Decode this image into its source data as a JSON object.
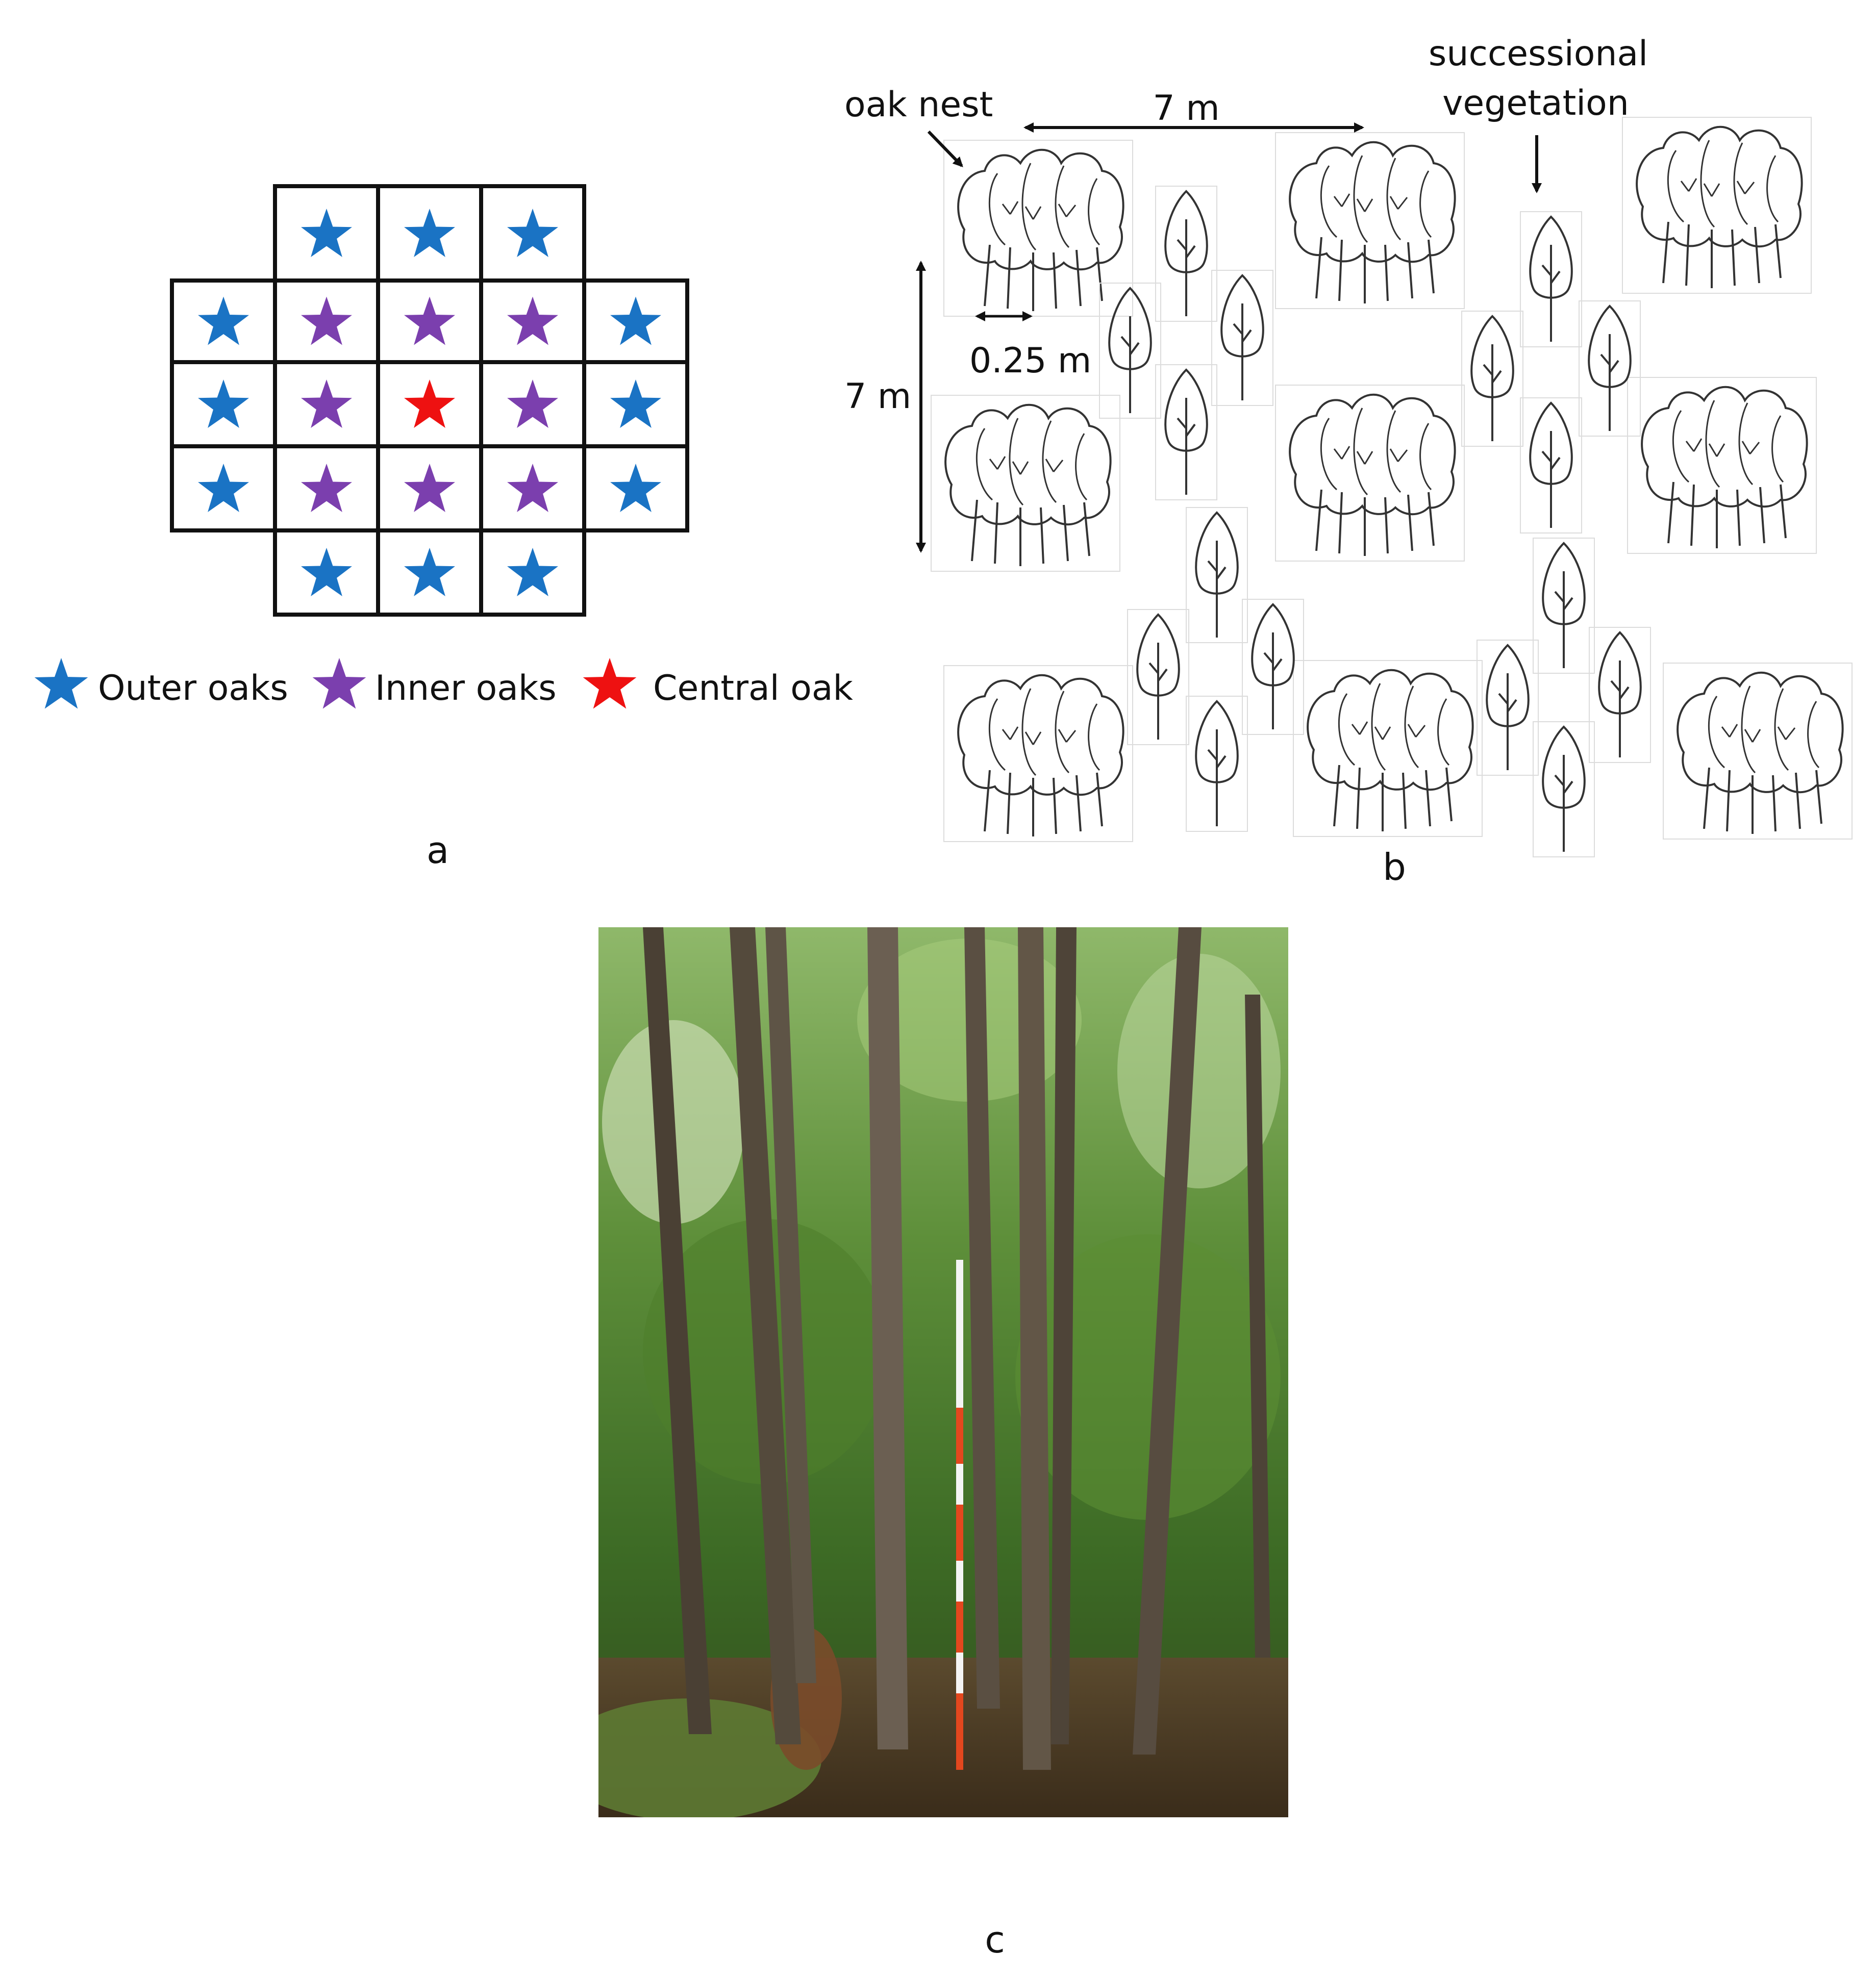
{
  "panel_a": {
    "label": "a",
    "grid_rows": [
      [
        "",
        "outer",
        "outer",
        "outer",
        ""
      ],
      [
        "outer",
        "inner",
        "inner",
        "inner",
        "outer"
      ],
      [
        "outer",
        "inner",
        "central",
        "inner",
        "outer"
      ],
      [
        "outer",
        "inner",
        "inner",
        "inner",
        "outer"
      ],
      [
        "",
        "outer",
        "outer",
        "outer",
        ""
      ]
    ],
    "legend": [
      {
        "key": "outer",
        "label": "Outer oaks",
        "color": "#1a73c4"
      },
      {
        "key": "inner",
        "label": "Inner oaks",
        "color": "#7b3fae"
      },
      {
        "key": "central",
        "label": "Central oak",
        "color": "#ee1111"
      }
    ]
  },
  "panel_b": {
    "label": "b",
    "oak_nest_label": "oak nest",
    "horizontal_distance": "7 m",
    "vertical_distance": "7 m",
    "stem_spacing": "0.25 m",
    "successional_label_line1": "successional",
    "successional_label_line2": "vegetation"
  },
  "panel_c": {
    "label": "c",
    "photo_description_icon": "forest-photo"
  }
}
